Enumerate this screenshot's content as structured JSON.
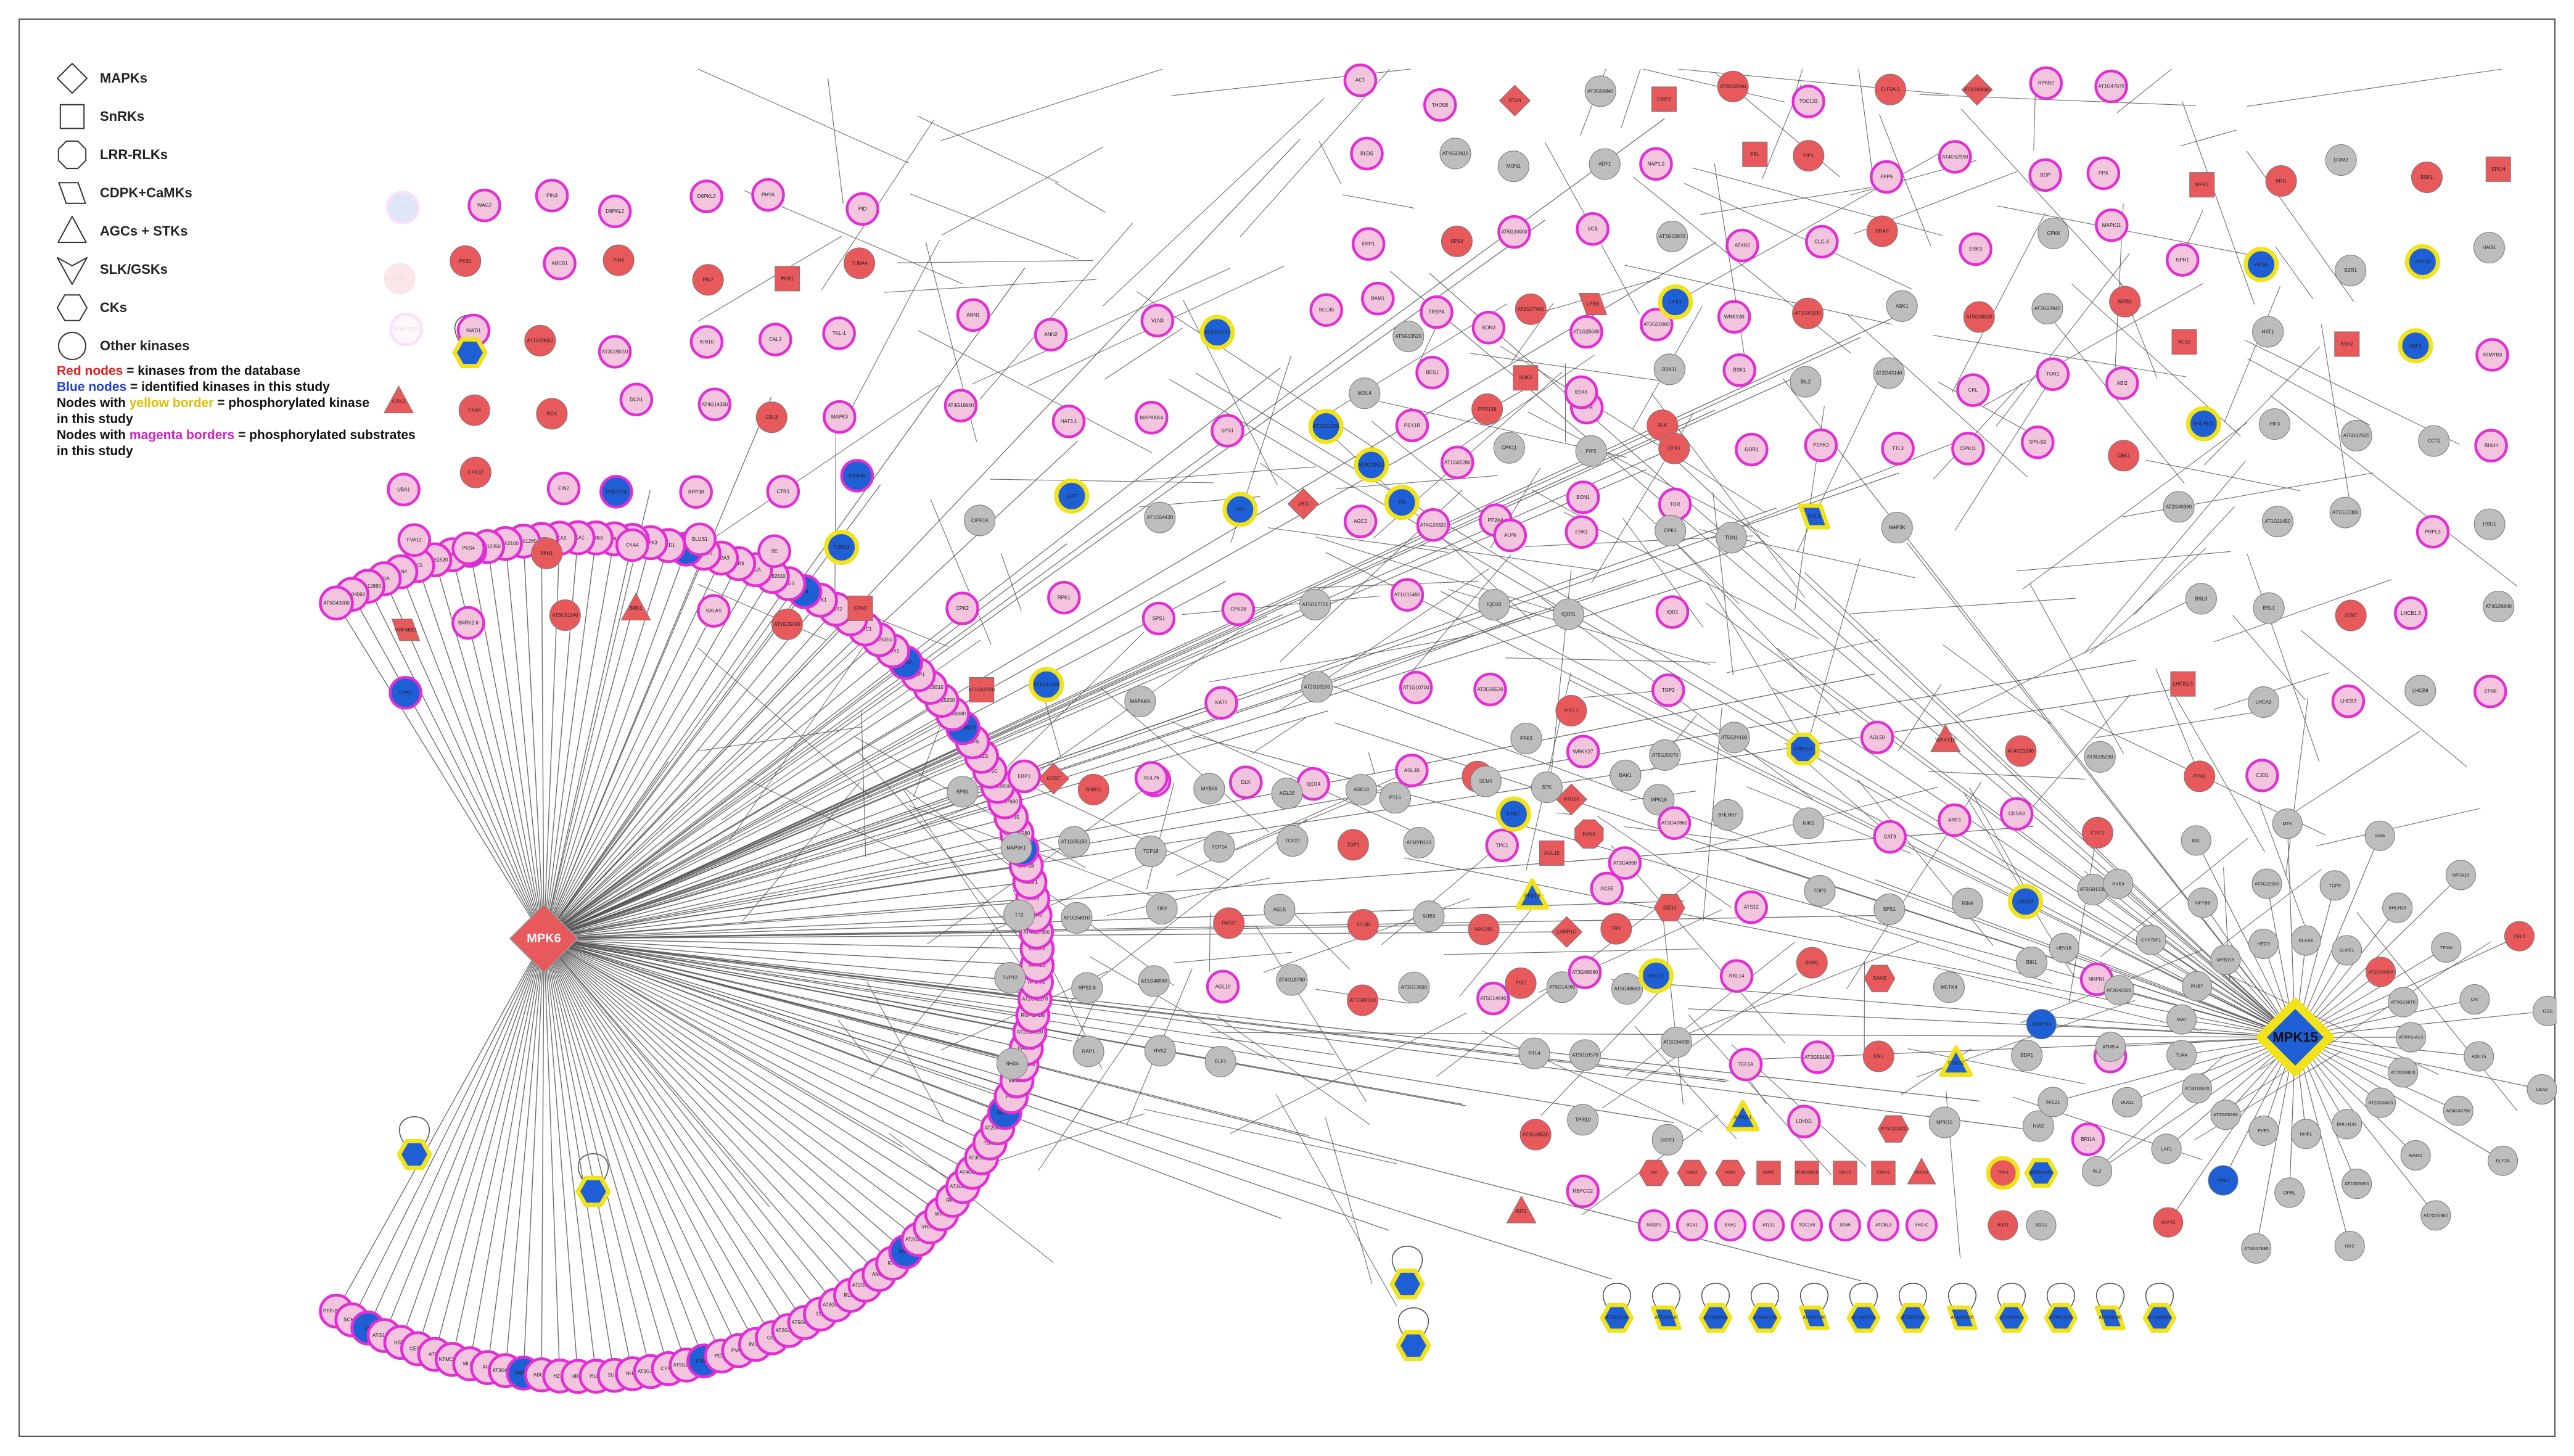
{
  "colors": {
    "red_node": "#e8595c",
    "blue_node": "#1f5fd6",
    "gray_node": "#bdbdbd",
    "pink_fill": "#f2c4dd",
    "magenta_border": "#e22fd4",
    "yellow_border": "#f2e21a",
    "edge": "#555555"
  },
  "legend": {
    "shapes": [
      {
        "shape": "diamond",
        "label": "MAPKs"
      },
      {
        "shape": "square",
        "label": "SnRKs"
      },
      {
        "shape": "octagon",
        "label": "LRR-RLKs"
      },
      {
        "shape": "parallelogram",
        "label": "CDPK+CaMKs"
      },
      {
        "shape": "triangle",
        "label": "AGCs + STKs"
      },
      {
        "shape": "v",
        "label": "SLK/GSKs"
      },
      {
        "shape": "hexagon",
        "label": "CKs"
      },
      {
        "shape": "circle",
        "label": "Other kinases"
      }
    ],
    "text": [
      {
        "key": "Red nodes",
        "key_color": "red",
        "rest": " = kinases from the database"
      },
      {
        "key": "Blue nodes",
        "key_color": "blue",
        "rest": " = identified kinases in this study"
      },
      {
        "prefix": "Nodes with ",
        "key": "yellow border",
        "key_color": "yellow",
        "rest": " = phosphorylated kinase"
      },
      {
        "rest": "in this study"
      },
      {
        "prefix": "Nodes with ",
        "key": "magenta borders",
        "key_color": "magenta",
        "rest": " = phosphorylated substrates"
      },
      {
        "rest": "in this study"
      }
    ]
  },
  "hubs": [
    {
      "id": "MPK6",
      "label": "MPK6",
      "color": "red"
    },
    {
      "id": "MPK15",
      "label": "MPK15",
      "color": "blue"
    }
  ],
  "mpk6_substrates": [
    "PFP-BETA1",
    "SCHC2",
    "LA1",
    "ATG12350",
    "HSBP",
    "CESA3",
    "ATR1",
    "NTMC2T6.1",
    "MLO2",
    "FH2",
    "AT3G61480",
    "AMT1-1",
    "ABCC1",
    "HZ1C",
    "HBP1",
    "HLB1",
    "SUN1",
    "NHX1",
    "AT5G16800",
    "CYP83",
    "AT5G24690",
    "CML36",
    "PCKA",
    "PVA11",
    "IMJ14",
    "GO3",
    "AT2G34310",
    "AT5G61280",
    "TSS",
    "AT3G51885",
    "RUBY",
    "AT2G04780",
    "AMPD",
    "RXX",
    "BGDT",
    "AT2G32400",
    "VHA-A3",
    "WDL5",
    "RPT3",
    "AT3G39810",
    "AT4G10050",
    "AT3G15540",
    "TSN2",
    "AT2G07200",
    "SPGR1",
    "PM1",
    "MED14",
    "AT3G48870",
    "PAEHD",
    "AT1G16820",
    "RGPGAB6",
    "AT2G02170",
    "APUM3",
    "MPF1.2",
    "CBSX6",
    "AT4G27850",
    "TMIN1",
    "TRX9",
    "Tudor1",
    "BRP2B",
    "OFUT13",
    "AT3G35280",
    "NUP35",
    "AT1G67980",
    "AT1G20850",
    "AVT1C",
    "MSL5",
    "CBF5",
    "AT5G49210",
    "AT3G60880",
    "AT5G25350",
    "AT5G05510",
    "NUP1",
    "ALA2",
    "AUX1",
    "AT3G25350",
    "ACC1",
    "TIP2",
    "DOT2",
    "SPK1",
    "PHL",
    "BIG3",
    "AT3G62810",
    "NUA",
    "AIR9",
    "TUBA3",
    "ABCG1",
    "AT5G62580",
    "SCD1",
    "MPK3",
    "SNX1",
    "AT1G64850",
    "IF4B3",
    "CKA1",
    "CKA3",
    "NOT2",
    "AT1G01260",
    "AT3G52100",
    "AT5G12350",
    "EPSIN2",
    "NHX7",
    "AT3G51520",
    "GC5",
    "VLN4",
    "GGA",
    "AT3G12880",
    "AT1G04060",
    "AT5G43600"
  ],
  "upper_left_labels": [
    "WAG1",
    "WAG2",
    "PIN3",
    "D6PKL2",
    "D6PKL3",
    "PHYA",
    "PID",
    "D6PK",
    "PKS1",
    "ABCB1",
    "PIN4",
    "PIN7",
    "PHS1",
    "TUBA4",
    "AT1G70770",
    "NWD1",
    "AT1G29050",
    "AT3G28010",
    "KIN10",
    "CAL3",
    "TKL-1",
    "CRK3",
    "CKA4",
    "RCA",
    "DCA1",
    "AT4G14350",
    "CBL3",
    "MAPK3",
    "UBA1",
    "CPK32",
    "EIN2",
    "PSK2224",
    "RPP38",
    "CTR1",
    "DRWIN",
    "FVA12",
    "PKS4",
    "PAH1",
    "CKA4",
    "BLUS1",
    "SE",
    "TUBA3",
    "MAP4KE1",
    "SNRK2.6",
    "AT3G51940",
    "BRK1",
    "SALAS",
    "AT1G15490",
    "CPK3",
    "CPK5"
  ],
  "central_labels": [
    "ANN1",
    "ANN2",
    "VLN3",
    "AT1G59720",
    "SCL30",
    "AT5G13520",
    "BOR3",
    "AT1G25040",
    "AT3G20060",
    "AT4G18900",
    "HAT3.1",
    "MAPKKK4",
    "SPS1",
    "AT1G21260",
    "PSY1R",
    "PPR138",
    "OIPR",
    "XI-K",
    "CIPK14",
    "CIF7",
    "AT1G54430",
    "HA2",
    "ABI1",
    "FD",
    "PP2AA",
    "BON1",
    "TOR",
    "CPK2",
    "RPK1",
    "SPS1",
    "CPK28",
    "AT5G17720",
    "AT1G15490",
    "IQD33",
    "IQD31",
    "IQD1",
    "AT1G52900",
    "AT1G11580",
    "MAPKKK",
    "KAT1",
    "AT2G18100",
    "AT1G10700",
    "AT3G05530",
    "PIP2.1",
    "TOP2",
    "SPS1",
    "GOS7",
    "AT5G5210",
    "DLK",
    "IQD14",
    "PTL5",
    "SAK1",
    "ATG16",
    "MPK18"
  ],
  "top_right_labels": [
    "ACT",
    "THO5B",
    "ATG4",
    "AT3G09840",
    "EMP2",
    "AT3G52990",
    "TOC132",
    "ELF5A-1",
    "AT3G09840",
    "RPAB2",
    "AT1G47970",
    "BLDS",
    "AT4G32610",
    "MON1",
    "ADF1",
    "NAP1;2",
    "PBL",
    "PIP1",
    "FPP5",
    "AT4G52990",
    "BGP",
    "PPX",
    "ERP1",
    "SPS4",
    "AT5G24900",
    "VCS",
    "AT3G02870",
    "ATXR2",
    "CLC-A",
    "BRAP",
    "ERK3",
    "CPK6",
    "MAPK11",
    "BAM1",
    "TRSPA",
    "AT2G07490",
    "LPBB",
    "CFK1",
    "WRKY30",
    "AT1G45030",
    "ASK1",
    "AT5G09900",
    "AT3G22940",
    "MRB1",
    "WDL4",
    "BES1",
    "BSK3",
    "BSK6",
    "BSK11",
    "BSK1",
    "BIL2",
    "AT2G43140",
    "CKL",
    "TOR1",
    "ABI2",
    "AT4G23520",
    "AT1G05280",
    "CPK11",
    "PIP2",
    "CPK1",
    "GOR1",
    "PSPK3",
    "TTL3",
    "CIPK11",
    "SPK-B2",
    "CBK1",
    "AGC2",
    "AT4G23320",
    "ALP6",
    "ESK1",
    "CPK1",
    "TON1",
    "CKL3",
    "MAP3K"
  ],
  "right_cluster_labels": [
    "MPK3",
    "BRI1",
    "DOM2",
    "BSK1",
    "SPCH",
    "NPH1",
    "ACS6",
    "BZR1",
    "ARF19",
    "HAG1",
    "ACS2",
    "HAT1",
    "BSK2",
    "ABF2",
    "ATMYB3",
    "BHLH121",
    "PIF3",
    "AT5G12520",
    "CCT2",
    "BHLH",
    "AT2G40380",
    "AT1G11450",
    "AT1G12300",
    "PRPL3",
    "HSU1",
    "BSL3",
    "BSL1",
    "STN7",
    "LHCB1.3",
    "AT4G26840",
    "LHCB1.5",
    "LHCA3",
    "LHCB3",
    "LHCB8",
    "STN8",
    "PPH1",
    "CJD1"
  ],
  "mpk15_labels": [
    "ATPP2-A13",
    "AGL15",
    "LEA2",
    "AT2G39800",
    "AT5G39780",
    "ELF2A",
    "AT2G36400",
    "RAM2",
    "AT2G25960",
    "BHLH144",
    "AT1G69650",
    "RR2",
    "NHF1",
    "OPRL",
    "AT3G27880",
    "FVE1",
    "ITPK3",
    "SKP15",
    "AT3G65360",
    "LAF1",
    "RL2",
    "AT3G18620",
    "DUO1",
    "SCL21",
    "TUFA",
    "ATHB-4",
    "WRKY28",
    "IAA1",
    "AT2G42620",
    "UEV1B",
    "PUB7",
    "CYP79F1",
    "RVE4",
    "MYB118",
    "NFYB8",
    "BSL",
    "HEC3",
    "AT3G22030",
    "MTK",
    "RLKA6",
    "TCP9",
    "IAA6",
    "SUFE1",
    "BHLH28",
    "NFYA10",
    "AT2G38300",
    "TFIIIA",
    "CKL6",
    "AT3G13670",
    "CKI",
    "GSS"
  ],
  "bottom_middle_labels": [
    "PFK3",
    "WRKY27",
    "AT5G20070",
    "AT5G24100",
    "ERF003",
    "AGL50",
    "WRKY16",
    "AT4G21280",
    "AT3G05280",
    "HHB7",
    "KAN1",
    "AT3G47860",
    "BHLH67",
    "NIKS",
    "CAT3",
    "ARF3",
    "CESA3",
    "CDC1",
    "PFUT8",
    "ACS5",
    "IQD14",
    "ATS12",
    "TOP2",
    "SPS1",
    "RIN4",
    "CBSX3",
    "AT3G01230",
    "PIX7",
    "AT3G06580",
    "RBL19",
    "RBL14",
    "SAM1",
    "SAM2",
    "METK4",
    "BIK1",
    "NRPB1",
    "RTL4",
    "AT5G10570",
    "AT2G34830",
    "TEF1A",
    "AT3G59190",
    "EN1",
    "RBAS2",
    "BDP1",
    "PYK3",
    "AT3G48530",
    "TPR10",
    "GGR1",
    "ATP5E1",
    "LDHX1",
    "AT5G20420",
    "MPK15",
    "NIA2",
    "BRI1A",
    "RIT2",
    "RBPCC2"
  ],
  "lower_middle_labels": [
    "EBP1",
    "RNB11",
    "AGL76",
    "MYB46",
    "AGL26",
    "ASK18",
    "AGL40",
    "SEM1",
    "STK",
    "BAK1",
    "MAP3K1",
    "AT1G05150",
    "TCP18",
    "TCP14",
    "TCP27",
    "TDP1",
    "ATMYB103",
    "TPC1",
    "AGL15",
    "AT3G4850",
    "TT2",
    "AT1G54810",
    "TIP2",
    "PAT07",
    "AGL5",
    "ST-3B",
    "SUB3",
    "NAC081",
    "LARP1C",
    "TRY",
    "TVP12",
    "RPS2-9",
    "AT1G48880",
    "AGL10",
    "AT4G18790",
    "AT1G80510",
    "AT3G13660",
    "AT5G14640",
    "AT5G14260",
    "AT5G48680",
    "NHX4",
    "RAP1",
    "HVK2",
    "ELF1"
  ],
  "bottom_row_labels": [
    "VIK",
    "KMS1",
    "HAB1",
    "GRF5",
    "AT4G32850",
    "GFC2",
    "CIPK9",
    "WNK8",
    "TPK3",
    "AT3G46920",
    "MSSP1",
    "BCA1",
    "ENH1",
    "ATL31",
    "TOC159",
    "SR45",
    "ATCBL3",
    "VHA-C",
    "NUR1",
    "SOG1"
  ],
  "self_loop_row_labels": [
    "AT5G13160",
    "AT5G59540",
    "AT2G30590",
    "AT1G67200",
    "AT2G37380",
    "AT4G25750",
    "AT5G25220",
    "AT4G36800",
    "AT3G56050",
    "AT5G13220",
    "AT5G46480",
    "AT4G28990"
  ]
}
